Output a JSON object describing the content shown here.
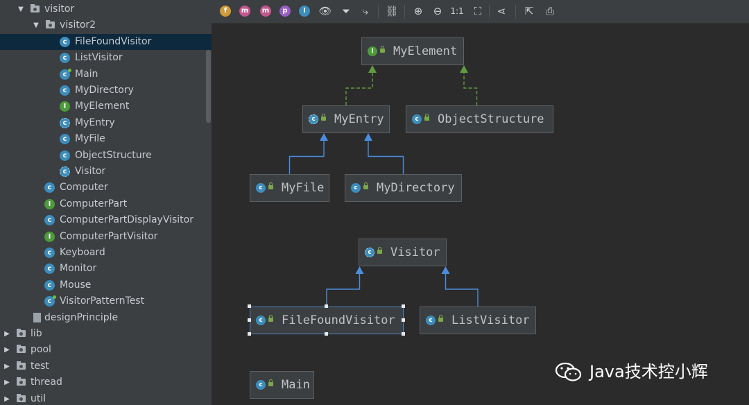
{
  "tree": {
    "items": [
      {
        "label": "visitor",
        "kind": "folder",
        "indent": 0,
        "expanded": true
      },
      {
        "label": "visitor2",
        "kind": "folder",
        "indent": 1,
        "expanded": true
      },
      {
        "label": "FileFoundVisitor",
        "kind": "class",
        "indent": 2,
        "selected": true
      },
      {
        "label": "ListVisitor",
        "kind": "class",
        "indent": 2
      },
      {
        "label": "Main",
        "kind": "class-main",
        "indent": 2
      },
      {
        "label": "MyDirectory",
        "kind": "class",
        "indent": 2
      },
      {
        "label": "MyElement",
        "kind": "interface",
        "indent": 2
      },
      {
        "label": "MyEntry",
        "kind": "abstract",
        "indent": 2
      },
      {
        "label": "MyFile",
        "kind": "class",
        "indent": 2
      },
      {
        "label": "ObjectStructure",
        "kind": "class",
        "indent": 2
      },
      {
        "label": "Visitor",
        "kind": "abstract",
        "indent": 2
      },
      {
        "label": "Computer",
        "kind": "class",
        "indent": 1
      },
      {
        "label": "ComputerPart",
        "kind": "interface",
        "indent": 1
      },
      {
        "label": "ComputerPartDisplayVisitor",
        "kind": "class",
        "indent": 1
      },
      {
        "label": "ComputerPartVisitor",
        "kind": "interface",
        "indent": 1
      },
      {
        "label": "Keyboard",
        "kind": "class",
        "indent": 1
      },
      {
        "label": "Monitor",
        "kind": "class",
        "indent": 1
      },
      {
        "label": "Mouse",
        "kind": "class",
        "indent": 1
      },
      {
        "label": "VisitorPatternTest",
        "kind": "class-main",
        "indent": 1
      },
      {
        "label": "designPrinciple",
        "kind": "file",
        "indent": 0
      },
      {
        "label": "lib",
        "kind": "folder",
        "indent": -1,
        "expanded": false
      },
      {
        "label": "pool",
        "kind": "folder",
        "indent": -1,
        "expanded": false
      },
      {
        "label": "test",
        "kind": "folder",
        "indent": -1,
        "expanded": false
      },
      {
        "label": "thread",
        "kind": "folder",
        "indent": -1,
        "expanded": false
      },
      {
        "label": "util",
        "kind": "folder",
        "indent": -1,
        "expanded": false
      }
    ]
  },
  "toolbar": {
    "buttons": [
      {
        "name": "fields-filter-icon",
        "glyph": "f",
        "color": "#d19a3a"
      },
      {
        "name": "constructors-filter-icon",
        "glyph": "m",
        "color": "#c2578f"
      },
      {
        "name": "methods-filter-icon",
        "glyph": "m",
        "color": "#c2578f"
      },
      {
        "name": "properties-filter-icon",
        "glyph": "p",
        "color": "#9a5fc7"
      },
      {
        "name": "inner-classes-filter-icon",
        "glyph": "I",
        "color": "#3c8dbc"
      },
      {
        "name": "eye-icon",
        "glyph": "👁",
        "color": ""
      },
      {
        "name": "filter-icon",
        "glyph": "⏷",
        "color": ""
      },
      {
        "name": "edge-routing-icon",
        "glyph": "⤷",
        "color": ""
      },
      {
        "name": "link-icon",
        "glyph": "⛓",
        "color": ""
      },
      {
        "name": "zoom-in-icon",
        "glyph": "⊕",
        "color": ""
      },
      {
        "name": "zoom-out-icon",
        "glyph": "⊖",
        "color": ""
      },
      {
        "name": "actual-size-icon",
        "glyph": "1:1",
        "color": ""
      },
      {
        "name": "fit-content-icon",
        "glyph": "⛶",
        "color": ""
      },
      {
        "name": "layout-icon",
        "glyph": "⋖",
        "color": ""
      },
      {
        "name": "export-icon",
        "glyph": "⇱",
        "color": ""
      },
      {
        "name": "print-icon",
        "glyph": "⎙",
        "color": ""
      }
    ]
  },
  "diagram": {
    "nodes": [
      {
        "id": "MyElement",
        "label": "MyElement",
        "kind": "interface"
      },
      {
        "id": "MyEntry",
        "label": "MyEntry",
        "kind": "abstract"
      },
      {
        "id": "ObjectStructure",
        "label": "ObjectStructure",
        "kind": "class"
      },
      {
        "id": "MyFile",
        "label": "MyFile",
        "kind": "class"
      },
      {
        "id": "MyDirectory",
        "label": "MyDirectory",
        "kind": "class"
      },
      {
        "id": "Visitor",
        "label": "Visitor",
        "kind": "abstract"
      },
      {
        "id": "FileFoundVisitor",
        "label": "FileFoundVisitor",
        "kind": "class",
        "selected": true
      },
      {
        "id": "ListVisitor",
        "label": "ListVisitor",
        "kind": "class"
      },
      {
        "id": "Main",
        "label": "Main",
        "kind": "class-main"
      }
    ],
    "edges": [
      {
        "from": "MyEntry",
        "to": "MyElement",
        "relation": "implements"
      },
      {
        "from": "ObjectStructure",
        "to": "MyElement",
        "relation": "implements"
      },
      {
        "from": "MyFile",
        "to": "MyEntry",
        "relation": "extends"
      },
      {
        "from": "MyDirectory",
        "to": "MyEntry",
        "relation": "extends"
      },
      {
        "from": "FileFoundVisitor",
        "to": "Visitor",
        "relation": "extends"
      },
      {
        "from": "ListVisitor",
        "to": "Visitor",
        "relation": "extends"
      }
    ],
    "colors": {
      "implements": "#5f9c3f",
      "extends": "#4a8de0"
    }
  },
  "watermark": {
    "text": "Java技术控小辉"
  }
}
